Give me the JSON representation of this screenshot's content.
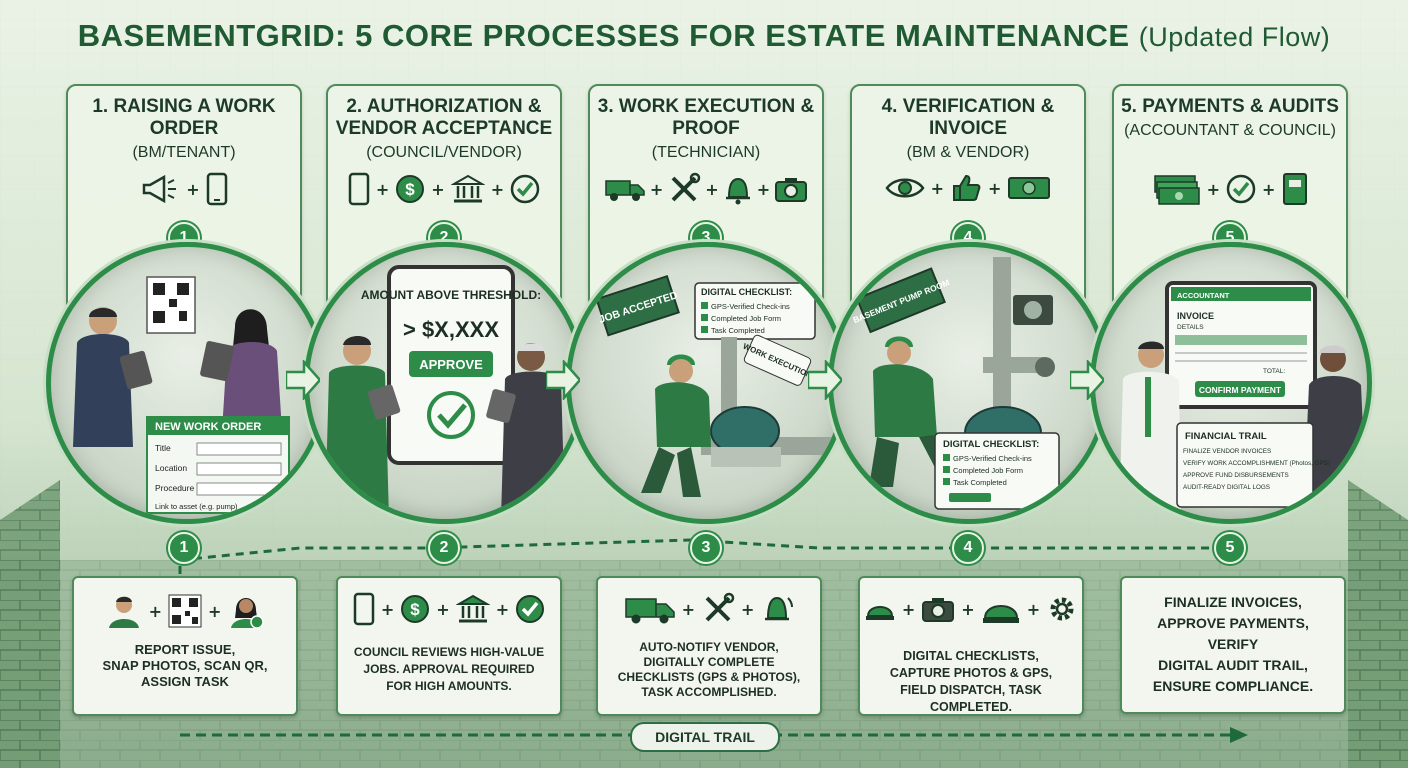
{
  "title": {
    "main": "BASEMENTGRID: 5 CORE PROCESSES FOR ESTATE MAINTENANCE",
    "sub": "(Updated Flow)"
  },
  "steps": [
    {
      "number": "1",
      "title": "1. RAISING A WORK ORDER",
      "role": "(BM/TENANT)",
      "icons": [
        "megaphone-icon",
        "smartphone-icon"
      ],
      "form": {
        "header": "NEW WORK ORDER",
        "fields": [
          "Title",
          "Location",
          "Procedure",
          "Link to asset (e.g. pump)"
        ]
      },
      "bottom_icons": [
        "manager-avatar-icon",
        "qr-code-icon",
        "tenant-avatar-icon"
      ],
      "bottom_text": "REPORT ISSUE,\nSNAP PHOTOS, SCAN QR,\nASSIGN TASK"
    },
    {
      "number": "2",
      "title": "2. AUTHORIZATION & VENDOR ACCEPTANCE",
      "role": "(COUNCIL/VENDOR)",
      "icons": [
        "smartphone-icon",
        "dollar-coin-icon",
        "bank-icon",
        "checkmark-icon"
      ],
      "tablet": {
        "label": "AMOUNT ABOVE THRESHOLD:",
        "amount": "> $X,XXX",
        "button": "APPROVE"
      },
      "bottom_icons": [
        "smartphone-icon",
        "dollar-coin-icon",
        "bank-icon",
        "checkmark-icon"
      ],
      "bottom_text": "COUNCIL REVIEWS HIGH-VALUE\nJOBS. APPROVAL REQUIRED\nFOR HIGH AMOUNTS."
    },
    {
      "number": "3",
      "title": "3. WORK EXECUTION & PROOF",
      "role": "(TECHNICIAN)",
      "icons": [
        "van-icon",
        "tools-icon",
        "bell-icon",
        "camera-icon"
      ],
      "banner": "JOB ACCEPTED",
      "checklist": {
        "header": "DIGITAL CHECKLIST:",
        "items": [
          "GPS-Verified Check-ins",
          "Completed Job Form",
          "Task Completed"
        ]
      },
      "bubble": "WORK EXECUTION",
      "bottom_icons": [
        "van-icon",
        "tools-icon",
        "bell-icon"
      ],
      "bottom_text": "AUTO-NOTIFY VENDOR,\nDIGITALLY COMPLETE\nCHECKLISTS (GPS & PHOTOS),\nTASK ACCOMPLISHED."
    },
    {
      "number": "4",
      "title": "4. VERIFICATION & INVOICE",
      "role": "(BM & VENDOR)",
      "icons": [
        "eye-icon",
        "thumbs-up-icon",
        "cash-icon"
      ],
      "room_sign": "BASEMENT PUMP ROOM",
      "checklist": {
        "header": "DIGITAL CHECKLIST:",
        "items": [
          "GPS-Verified Check-ins",
          "Completed Job Form",
          "Task Completed"
        ]
      },
      "bottom_icons": [
        "hard-hat-icon",
        "camera-icon",
        "hard-hat-icon",
        "gear-icon"
      ],
      "bottom_text": "DIGITAL CHECKLISTS,\nCAPTURE PHOTOS & GPS,\nFIELD DISPATCH, TASK COMPLETED."
    },
    {
      "number": "5",
      "title": "5. PAYMENTS & AUDITS",
      "role": "(ACCOUNTANT & COUNCIL)",
      "icons": [
        "cash-stack-icon",
        "checkmark-icon",
        "ledger-book-icon"
      ],
      "monitor": {
        "header": "ACCOUNTANT",
        "invoice": "INVOICE",
        "details": "DETAILS",
        "total": "TOTAL:",
        "button": "CONFIRM PAYMENT"
      },
      "trail": {
        "header": "FINANCIAL TRAIL",
        "items": [
          "FINALIZE VENDOR INVOICES",
          "VERIFY WORK ACCOMPLISHMENT (Photos, GPS)",
          "APPROVE FUND DISBURSEMENTS",
          "AUDIT-READY DIGITAL LOGS"
        ]
      },
      "bottom_icons": [],
      "bottom_text": "FINALIZE INVOICES,\nAPPROVE PAYMENTS,\nVERIFY\nDIGITAL AUDIT TRAIL,\nENSURE COMPLIANCE."
    }
  ],
  "footer": {
    "trail_label": "DIGITAL TRAIL"
  },
  "colors": {
    "accent": "#2e8c49",
    "dark_text": "#1d3a28",
    "title": "#1f5a32",
    "panel_border": "#4e8a5a"
  }
}
